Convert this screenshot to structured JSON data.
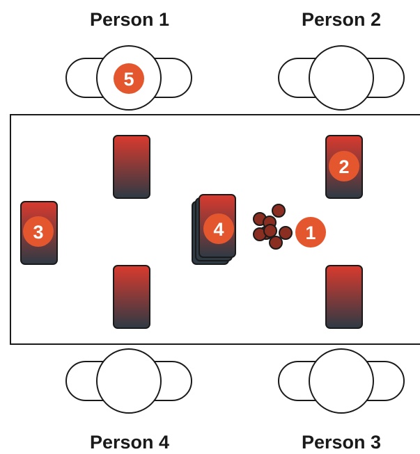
{
  "people": [
    {
      "label": "Person 1"
    },
    {
      "label": "Person 2"
    },
    {
      "label": "Person 3"
    },
    {
      "label": "Person 4"
    }
  ],
  "badges": {
    "chips": "1",
    "card_person2": "2",
    "card_left": "3",
    "deck": "4",
    "seat_person1": "5"
  },
  "colors": {
    "badge": "#e4572e",
    "card_top": "#d93a2e",
    "card_bottom": "#2e3a44",
    "chip": "#8a2e22",
    "outline": "#1a1a1a"
  },
  "icons": {
    "seat": "chair-icon",
    "card": "card-icon",
    "deck": "card-deck-icon",
    "chips": "chips-icon"
  }
}
